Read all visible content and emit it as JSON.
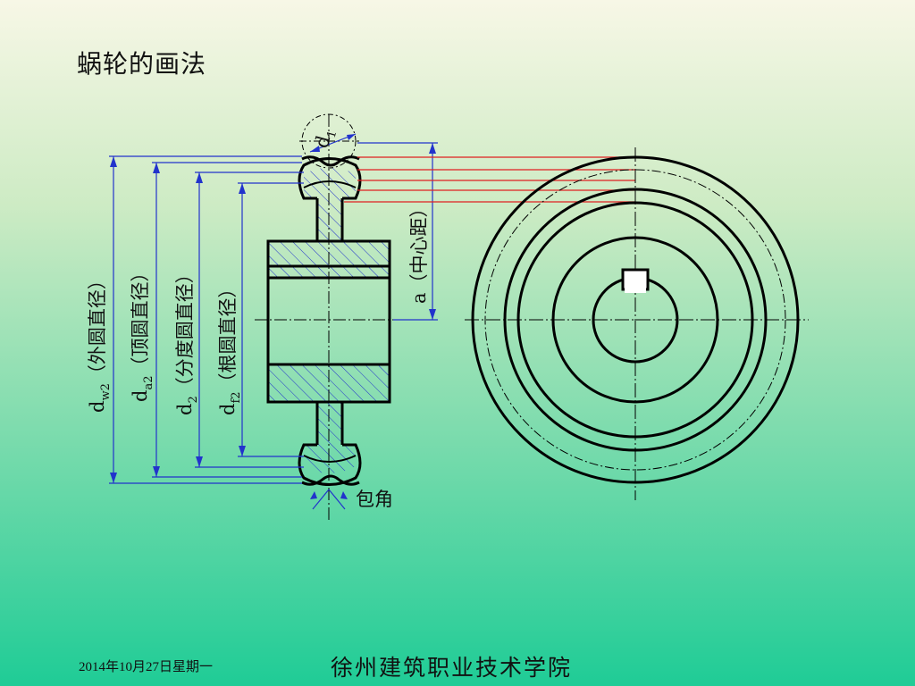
{
  "title": "蜗轮的画法",
  "footer": {
    "date": "2014年10月27日星期一",
    "school": "徐州建筑职业技术学院"
  },
  "labels": {
    "dw2_main": "d",
    "dw2_sub": "w2",
    "dw2_text": "（外圆直径）",
    "da2_main": "d",
    "da2_sub": "a2",
    "da2_text": "（顶圆直径）",
    "d2_main": "d",
    "d2_sub": "2",
    "d2_text": "（分度圆直径）",
    "df2_main": "d",
    "df2_sub": "f2",
    "df2_text": "（根圆直径）",
    "a_text": "a（中心距）",
    "d1_main": "d",
    "d1_sub": "1",
    "wrap_angle": "包角"
  },
  "colors": {
    "outline": "#000000",
    "dimension": "#2233cc",
    "projection": "#e02020",
    "hatch": "#2233cc"
  }
}
